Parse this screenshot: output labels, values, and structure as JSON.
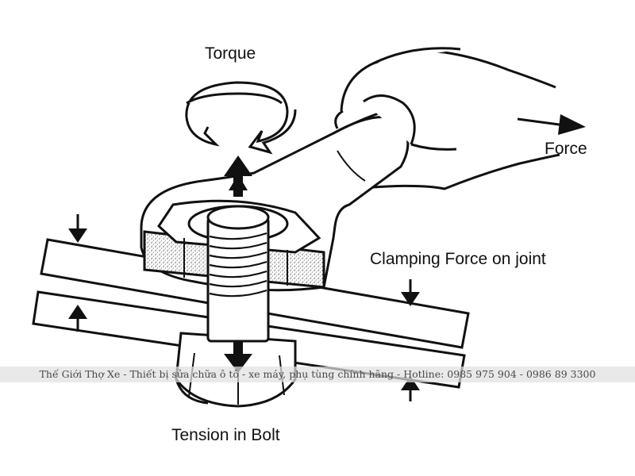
{
  "labels": {
    "torque": "Torque",
    "force": "Force",
    "clamping_force": "Clamping Force on joint",
    "tension": "Tension in Bolt"
  },
  "watermark": "Thế Giới Thợ Xe - Thiết bị sửa chữa ô tô - xe máy, phụ tùng chính hãng - Hotline: 0985 975 904 - 0986 89 3300",
  "colors": {
    "line": "#111111",
    "background": "#ffffff",
    "stipple": "#888888"
  },
  "icons": [
    "torque-rotation-icon",
    "arrow-up-icon",
    "arrow-down-icon",
    "arrow-right-icon",
    "hand-icon"
  ]
}
